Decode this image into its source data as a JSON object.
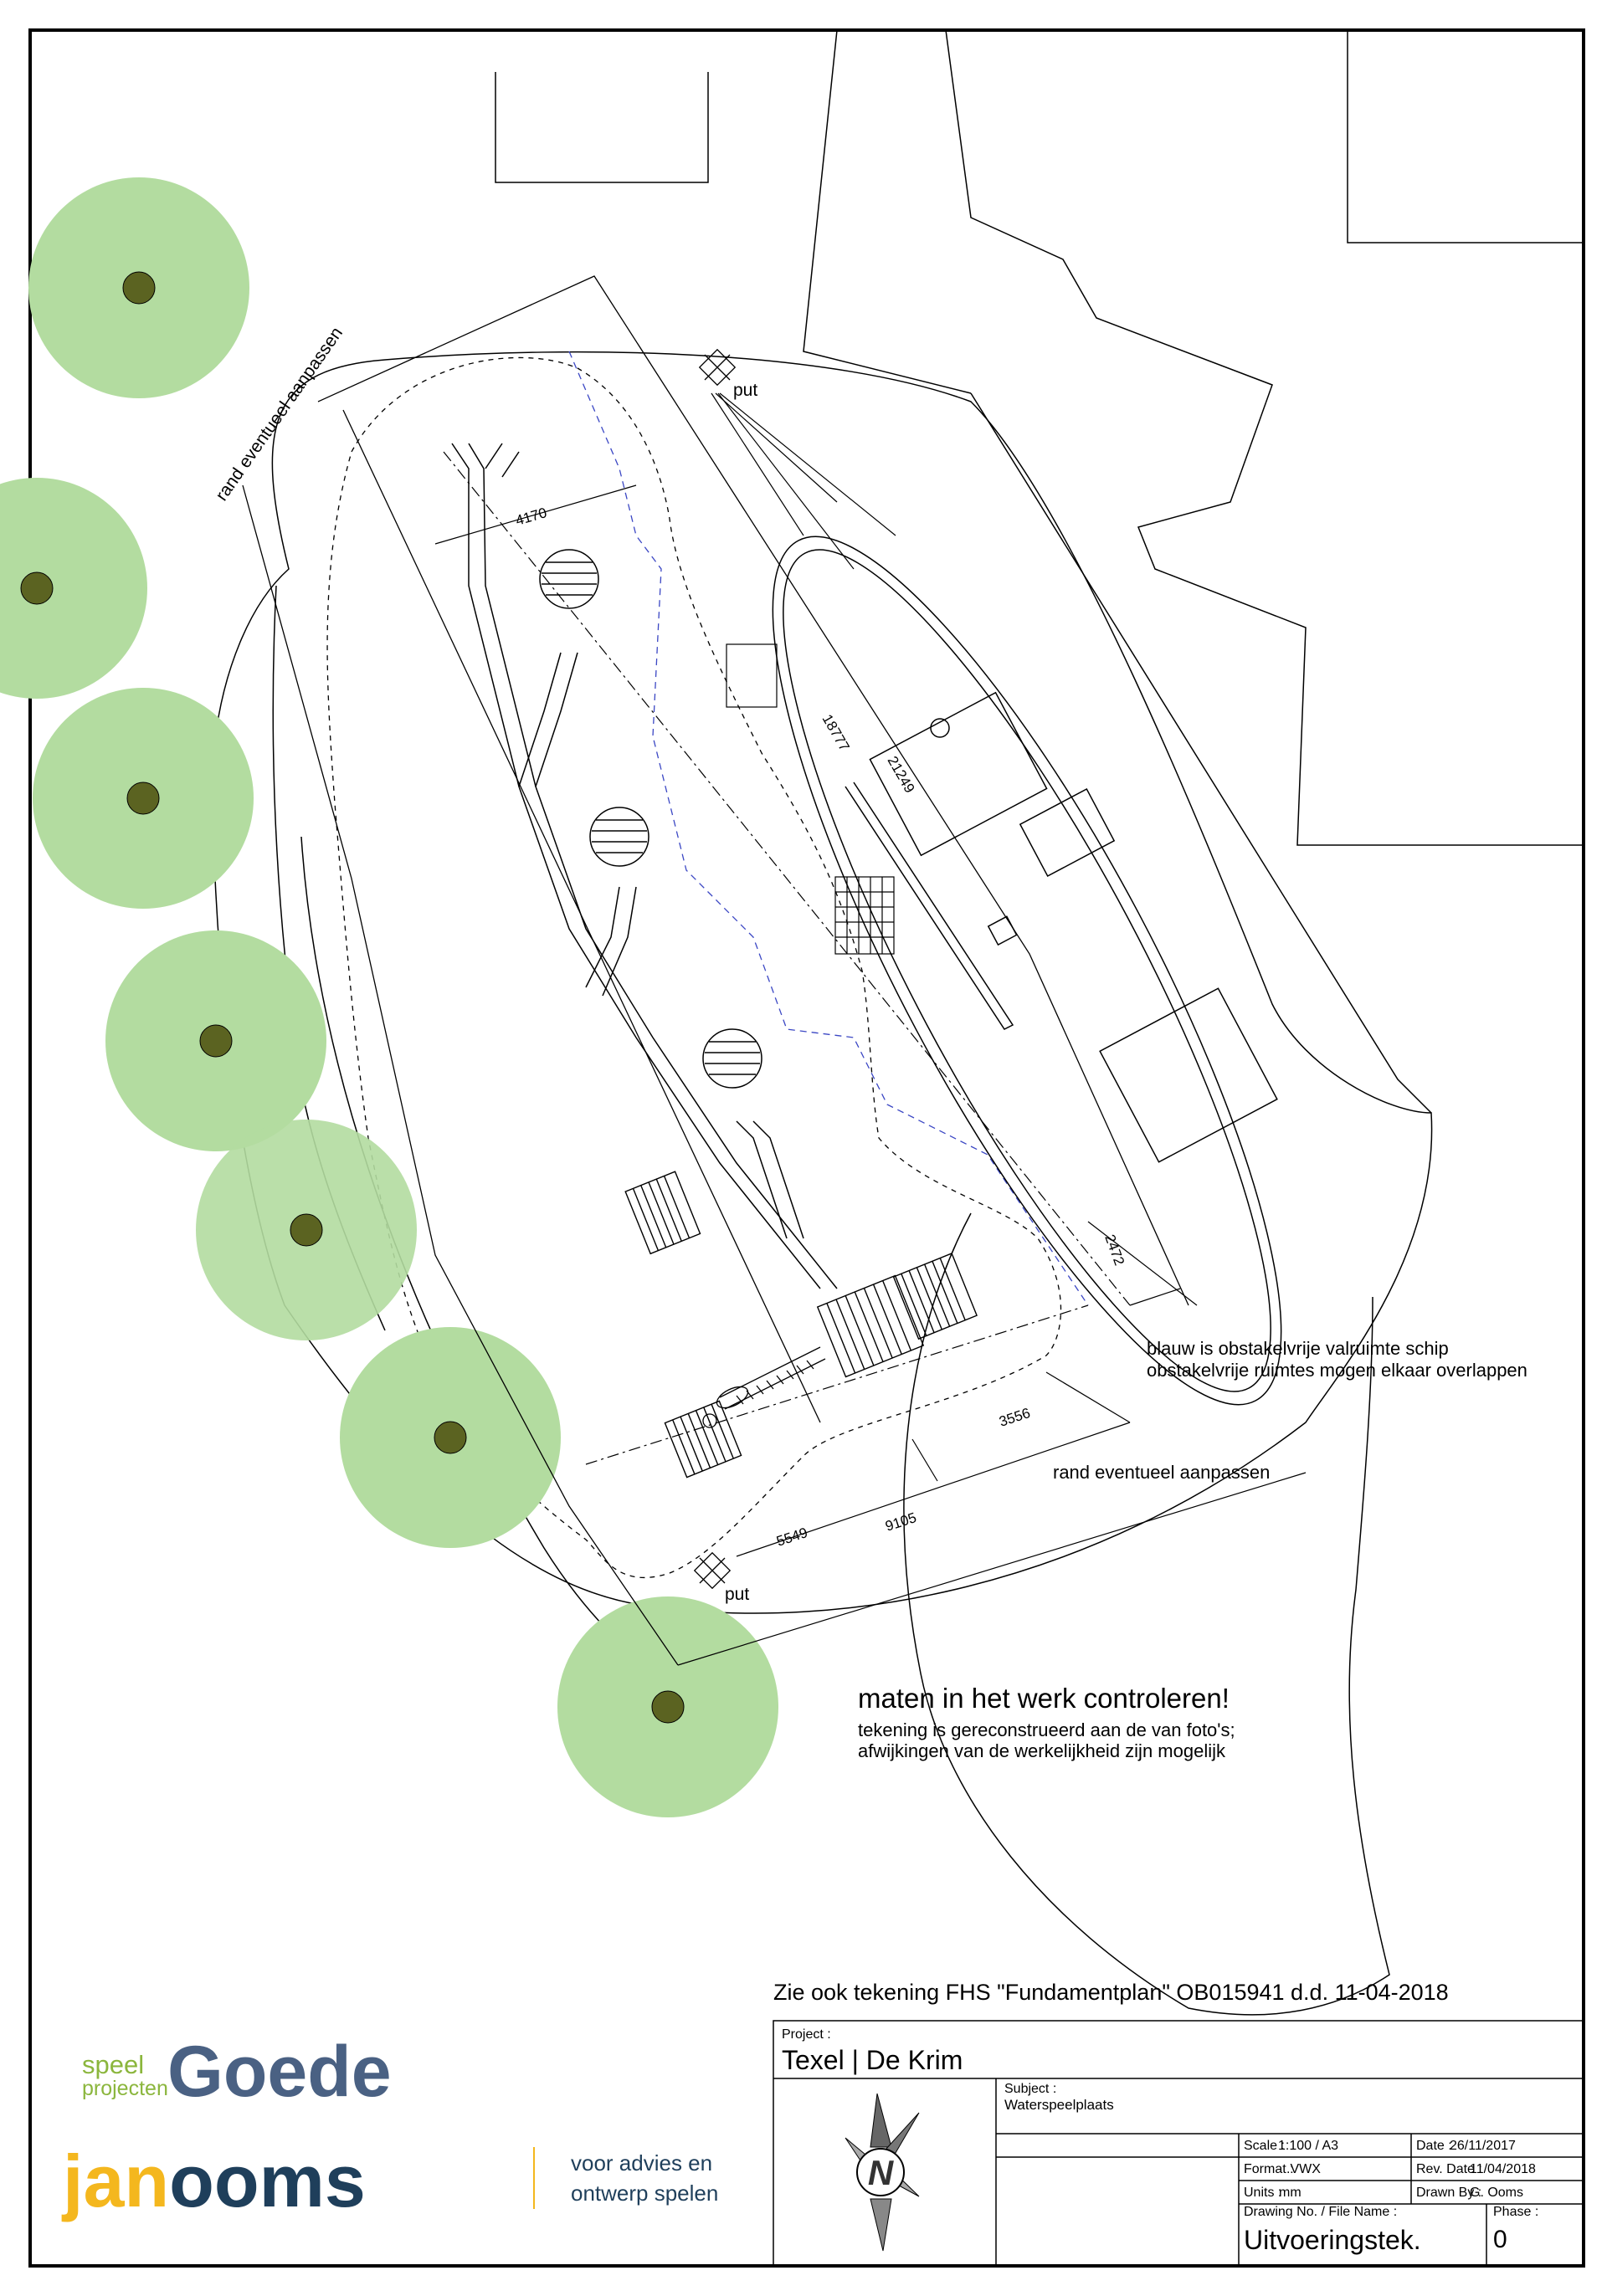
{
  "annotations": {
    "rand_top": "rand eventueel aanpassen",
    "rand_bottom": "rand eventueel aanpassen",
    "put_top": "put",
    "put_bottom": "put",
    "blauw_line1": "blauw is obstakelvrije valruimte schip",
    "blauw_line2": "obstakelvrije ruimtes mogen elkaar overlappen",
    "maten_title": "maten in het werk controleren!",
    "maten_line1": "tekening is gereconstrueerd aan de van foto's;",
    "maten_line2": "afwijkingen van de werkelijkheid zijn mogelijk",
    "zie_ook": "Zie ook tekening FHS \"Fundamentplan\" OB015941 d.d. 11-04-2018"
  },
  "dimensions": {
    "d4170": "4170",
    "d18777": "18777",
    "d21249": "21249",
    "d2472": "2472",
    "d3556": "3556",
    "d5549": "5549",
    "d9105": "9105"
  },
  "titleblock": {
    "project_label": "Project :",
    "project": "Texel | De Krim",
    "subject_label": "Subject :",
    "subject": "Waterspeelplaats",
    "scale_label": "Scale :",
    "scale": "1:100 / A3",
    "date_label": "Date :",
    "date": "26/11/2017",
    "format_label": "Format :",
    "format": ".VWX",
    "revdate_label": "Rev. Date :",
    "revdate": "11/04/2018",
    "units_label": "Units :",
    "units": "mm",
    "drawnby_label": "Drawn By :",
    "drawnby": "G. Ooms",
    "drawingno_label": "Drawing No. / File Name :",
    "drawingno": "Uitvoeringstek.",
    "phase_label": "Phase :",
    "phase": "0",
    "compass_letter": "N"
  },
  "logos": {
    "speel": "speel",
    "projecten": "projecten",
    "goede": "Goede",
    "jan": "jan",
    "ooms": "ooms",
    "tagline1": "voor advies en",
    "tagline2": "ontwerp spelen"
  },
  "colors": {
    "tree_fill": "#b3dca0",
    "tree_trunk": "#5b6321",
    "logo_green": "#8bb63d",
    "logo_blue": "#4a6183",
    "logo_yellow": "#f4b71e",
    "logo_navy": "#1f3f5b",
    "dash_blue": "#3b47c4"
  }
}
